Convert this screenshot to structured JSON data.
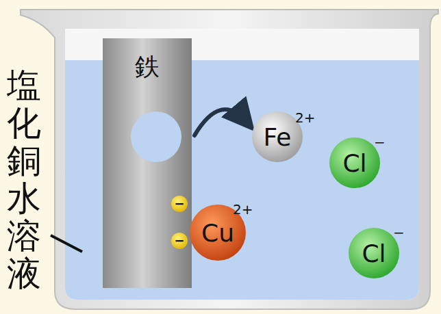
{
  "diagram": {
    "nodes": [
      {
        "text": [
          "鉄"
        ]
      },
      {
        "text": [
          "Fe",
          "2+"
        ]
      },
      {
        "text": [
          "Cl",
          "−"
        ]
      },
      {
        "text": [
          "−"
        ]
      },
      {
        "text": [
          "Cu",
          "2+"
        ]
      },
      {
        "text": [
          "−"
        ]
      },
      {
        "text": [
          "Cl",
          "−"
        ]
      }
    ],
    "edges": [
      {
        "from": 0,
        "to": 1,
        "arrow": "to"
      }
    ],
    "labels": [
      "塩化銅水溶液"
    ]
  }
}
